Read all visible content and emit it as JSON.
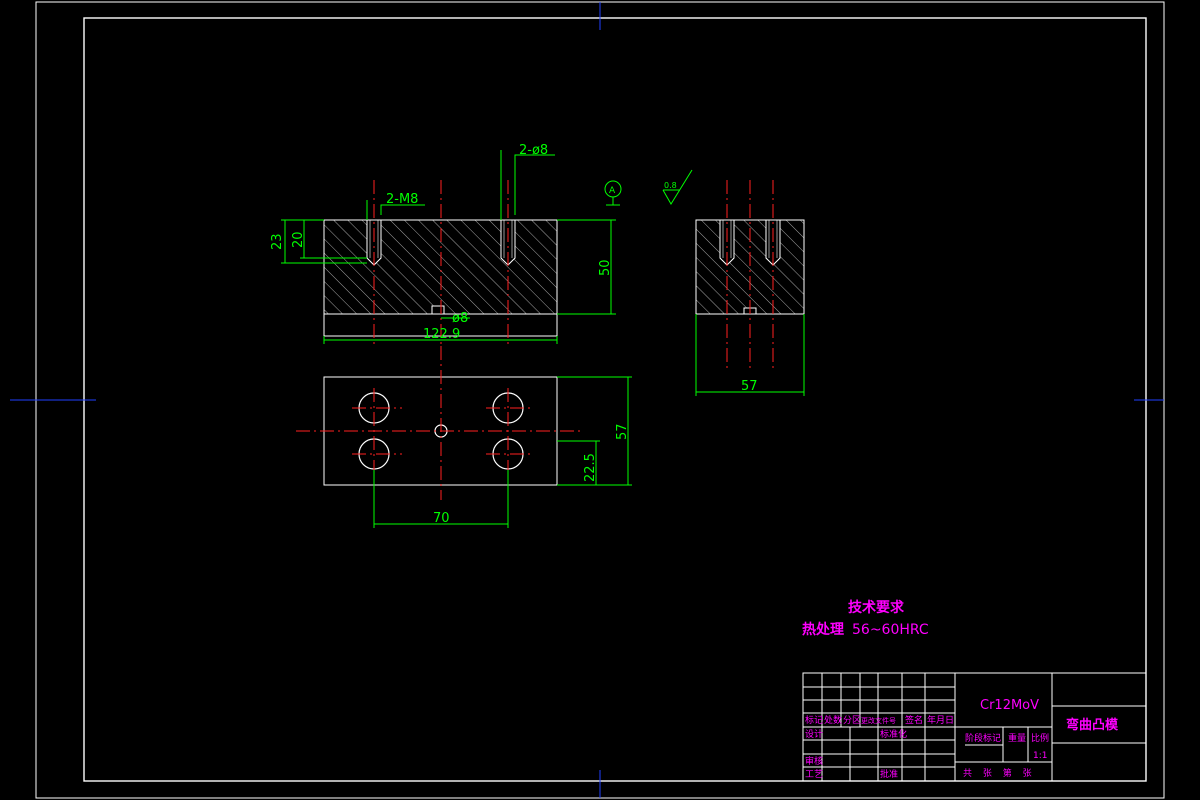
{
  "drawing": {
    "title": "弯曲凸模",
    "material": "Cr12MoV",
    "scale": "1:1"
  },
  "tech_requirements": {
    "heading": "技术要求",
    "heat_treatment_label": "热处理",
    "heat_treatment_value": "56~60HRC"
  },
  "dimensions": {
    "holes_d8": "2-ø8",
    "threads_m8": "2-M8",
    "small_hole": "ø8",
    "length": "122.9",
    "height": "50",
    "depth_23": "23",
    "depth_20": "20",
    "width": "57",
    "offset": "22.5",
    "spacing": "70",
    "side_width": "57"
  },
  "symbols": {
    "datum": "A",
    "roughness": "0.8"
  },
  "title_block": {
    "row_labels": [
      "标记",
      "处数",
      "分区",
      "更改文件号",
      "签名",
      "年月日"
    ],
    "design": "设计",
    "standardization": "标准化",
    "review": "审核",
    "process": "工艺",
    "approve": "批准",
    "stage_mark": "阶段标记",
    "weight": "重量",
    "scale_label": "比例",
    "sheets": "共 张 第 张"
  },
  "colors": {
    "frame": "#ffffff",
    "outline": "#ffffff",
    "hatch": "#ffffff",
    "centerline": "#ff2020",
    "dimension": "#00ff00",
    "annotation": "#ff00ff",
    "border_marks": "#2040ff"
  }
}
